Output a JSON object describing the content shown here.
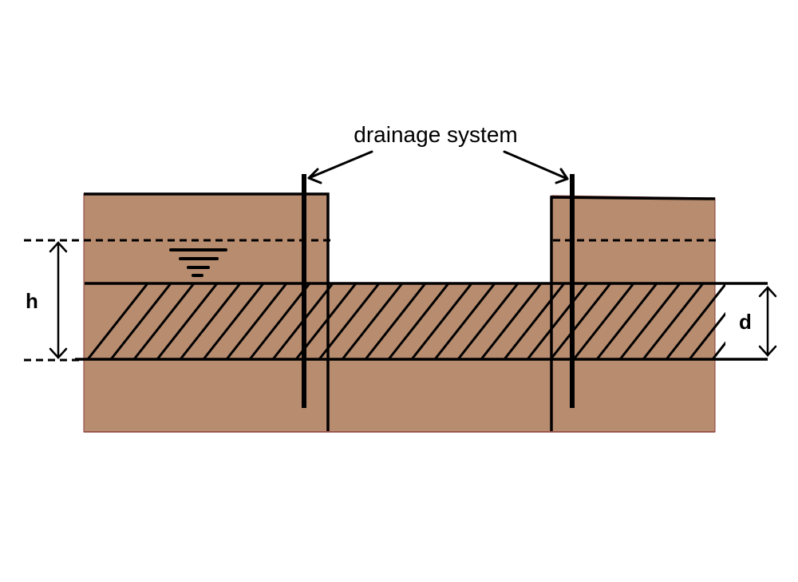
{
  "diagram": {
    "title": "drainage system",
    "labels": {
      "h": "h",
      "d": "d"
    },
    "symbols": {
      "water_table": "water-table-symbol"
    },
    "colors": {
      "soil": "#b88c6f",
      "soil_edge": "#8b3a3a",
      "line": "#000000",
      "background": "#ffffff"
    }
  }
}
